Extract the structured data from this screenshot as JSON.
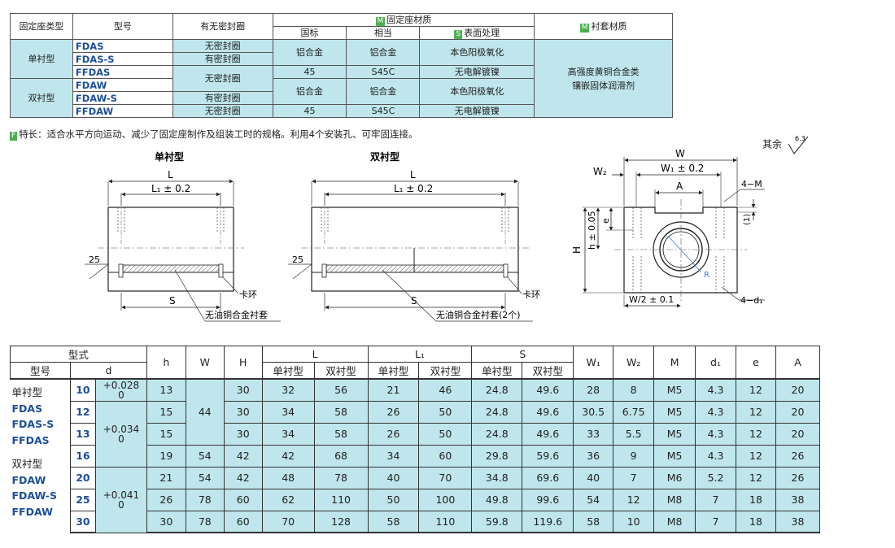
{
  "spec_table": {
    "headers": {
      "type": "固定座类型",
      "model": "型号",
      "seal": "有无密封圈",
      "housing_material": "固定座材质",
      "standard": "国标",
      "equivalent": "相当",
      "surface": "表面处理",
      "bushing_material": "衬套材质"
    },
    "badge_m": "M",
    "badge_s": "S",
    "group_single": "单衬型",
    "group_double": "双衬型",
    "models": [
      "FDAS",
      "FDAS-S",
      "FFDAS",
      "FDAW",
      "FDAW-S",
      "FFDAW"
    ],
    "seal_none": "无密封圈",
    "seal_yes": "有密封圈",
    "aluminum": "铝合金",
    "steel_std": "45",
    "steel_eq": "S45C",
    "anodize": "本色阳极氧化",
    "nickel": "无电解镀镍",
    "bushing_line1": "高强度黄铜合金类",
    "bushing_line2": "镶嵌固体润滑剂"
  },
  "feature_note": {
    "badge": "F",
    "text": "特长：适合水平方向运动、减少了固定座制作及组装工时的规格。利用4个安装孔、可牢固连接。"
  },
  "finish_note": {
    "label": "其余",
    "value": "6.3"
  },
  "drawings": {
    "single_title": "单衬型",
    "double_title": "双衬型",
    "L": "L",
    "L1": "L₁ ± 0.2",
    "S": "S",
    "angle": "25",
    "clip": "卡环",
    "bushing_single": "无油铜合金衬套",
    "bushing_double": "无油铜合金衬套(2个)",
    "W": "W",
    "W2": "W₂",
    "W1": "W₁ ± 0.2",
    "A": "A",
    "M4": "4−M",
    "paren1": "(1)",
    "e": "e",
    "h": "h ± 0.05",
    "H": "H",
    "R": "R",
    "W2half": "W/2 ± 0.1",
    "d1": "4−d₁"
  },
  "dim_table": {
    "header_form": "型式",
    "header_model": "型号",
    "header_d": "d",
    "cols": [
      "h",
      "W",
      "H",
      "L",
      "L₁",
      "S",
      "W₁",
      "W₂",
      "M",
      "d₁",
      "e",
      "A"
    ],
    "sub_single": "单衬型",
    "sub_double": "双衬型",
    "type_block": [
      "单衬型",
      "FDAS",
      "FDAS-S",
      "FFDAS",
      "双衬型",
      "FDAW",
      "FDAW-S",
      "FFDAW"
    ],
    "tol_groups": [
      {
        "upper": "+0.028",
        "lower": "0"
      },
      {
        "upper": "+0.034",
        "lower": "0"
      },
      {
        "upper": "+0.041",
        "lower": "0"
      }
    ],
    "rows": [
      {
        "d": "10",
        "h": "13",
        "W": "44",
        "H": "30",
        "L_s": "32",
        "L_d": "56",
        "L1_s": "21",
        "L1_d": "46",
        "S_s": "24.8",
        "S_d": "49.6",
        "W1": "28",
        "W2": "8",
        "M": "M5",
        "d1": "4.3",
        "e": "12",
        "A": "20"
      },
      {
        "d": "12",
        "h": "15",
        "W": "44",
        "H": "30",
        "L_s": "34",
        "L_d": "58",
        "L1_s": "26",
        "L1_d": "50",
        "S_s": "24.8",
        "S_d": "49.6",
        "W1": "30.5",
        "W2": "6.75",
        "M": "M5",
        "d1": "4.3",
        "e": "12",
        "A": "20"
      },
      {
        "d": "13",
        "h": "15",
        "W": "44",
        "H": "30",
        "L_s": "34",
        "L_d": "58",
        "L1_s": "26",
        "L1_d": "50",
        "S_s": "24.8",
        "S_d": "49.6",
        "W1": "33",
        "W2": "5.5",
        "M": "M5",
        "d1": "4.3",
        "e": "12",
        "A": "20"
      },
      {
        "d": "16",
        "h": "19",
        "W": "54",
        "H": "42",
        "L_s": "42",
        "L_d": "68",
        "L1_s": "34",
        "L1_d": "60",
        "S_s": "29.8",
        "S_d": "59.6",
        "W1": "36",
        "W2": "9",
        "M": "M5",
        "d1": "4.3",
        "e": "12",
        "A": "26"
      },
      {
        "d": "20",
        "h": "21",
        "W": "54",
        "H": "42",
        "L_s": "48",
        "L_d": "78",
        "L1_s": "40",
        "L1_d": "70",
        "S_s": "34.8",
        "S_d": "69.6",
        "W1": "40",
        "W2": "7",
        "M": "M6",
        "d1": "5.2",
        "e": "12",
        "A": "26"
      },
      {
        "d": "25",
        "h": "26",
        "W": "78",
        "H": "60",
        "L_s": "62",
        "L_d": "110",
        "L1_s": "50",
        "L1_d": "100",
        "S_s": "49.8",
        "S_d": "99.6",
        "W1": "54",
        "W2": "12",
        "M": "M8",
        "d1": "7",
        "e": "18",
        "A": "38"
      },
      {
        "d": "30",
        "h": "30",
        "W": "78",
        "H": "60",
        "L_s": "70",
        "L_d": "128",
        "L1_s": "58",
        "L1_d": "110",
        "S_s": "59.8",
        "S_d": "119.6",
        "W1": "58",
        "W2": "10",
        "M": "M8",
        "d1": "7",
        "e": "18",
        "A": "38"
      }
    ]
  }
}
